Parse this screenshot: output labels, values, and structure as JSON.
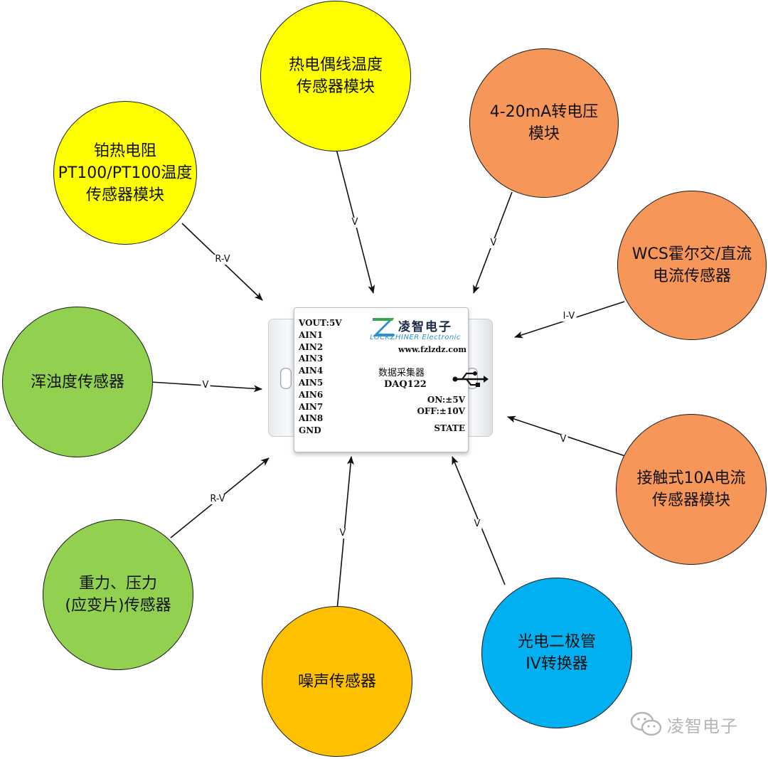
{
  "colors": {
    "yellow": "#ffff00",
    "orange": "#f79659",
    "green": "#92d050",
    "gold": "#ffc000",
    "blue": "#00b0f0",
    "line": "#111111",
    "watermark": "#b3b6b9"
  },
  "nodes": {
    "platinum_rtd": "铂热电阻\nPT100/PT100温度\n传感器模块",
    "thermocouple": "热电偶线温度\n传感器模块",
    "ma_to_v": "4-20mA转电压\n模块",
    "wcs_hall": "WCS霍尔交/直流\n电流传感器",
    "turbidity": "浑浊度传感器",
    "contact_current": "接触式10A电流\n传感器模块",
    "load_cell": "重力、压力\n(应变片)传感器",
    "noise": "噪声传感器",
    "photodiode": "光电二极管\nIV转换器"
  },
  "edges": {
    "platinum_rtd": "R-V",
    "thermocouple": "V",
    "ma_to_v": "V",
    "wcs_hall": "I-V",
    "turbidity": "V",
    "contact_current": "V",
    "load_cell": "R-V",
    "noise": "V",
    "photodiode": "V"
  },
  "device": {
    "pins": [
      "VOUT:5V",
      "AIN1",
      "AIN2",
      "AIN3",
      "AIN4",
      "AIN5",
      "AIN6",
      "AIN7",
      "AIN8",
      "GND"
    ],
    "brand_cn": "凌智电子",
    "brand_en": "LOCKZHINER Electronic",
    "url": "www.fzlzdz.com",
    "name": "数据采集器",
    "model": "DAQ122",
    "status_on": "ON:±5V",
    "status_off": "OFF:±10V",
    "status_state": "STATE"
  },
  "watermark": {
    "text": "凌智电子",
    "icon": "wechat-icon"
  }
}
